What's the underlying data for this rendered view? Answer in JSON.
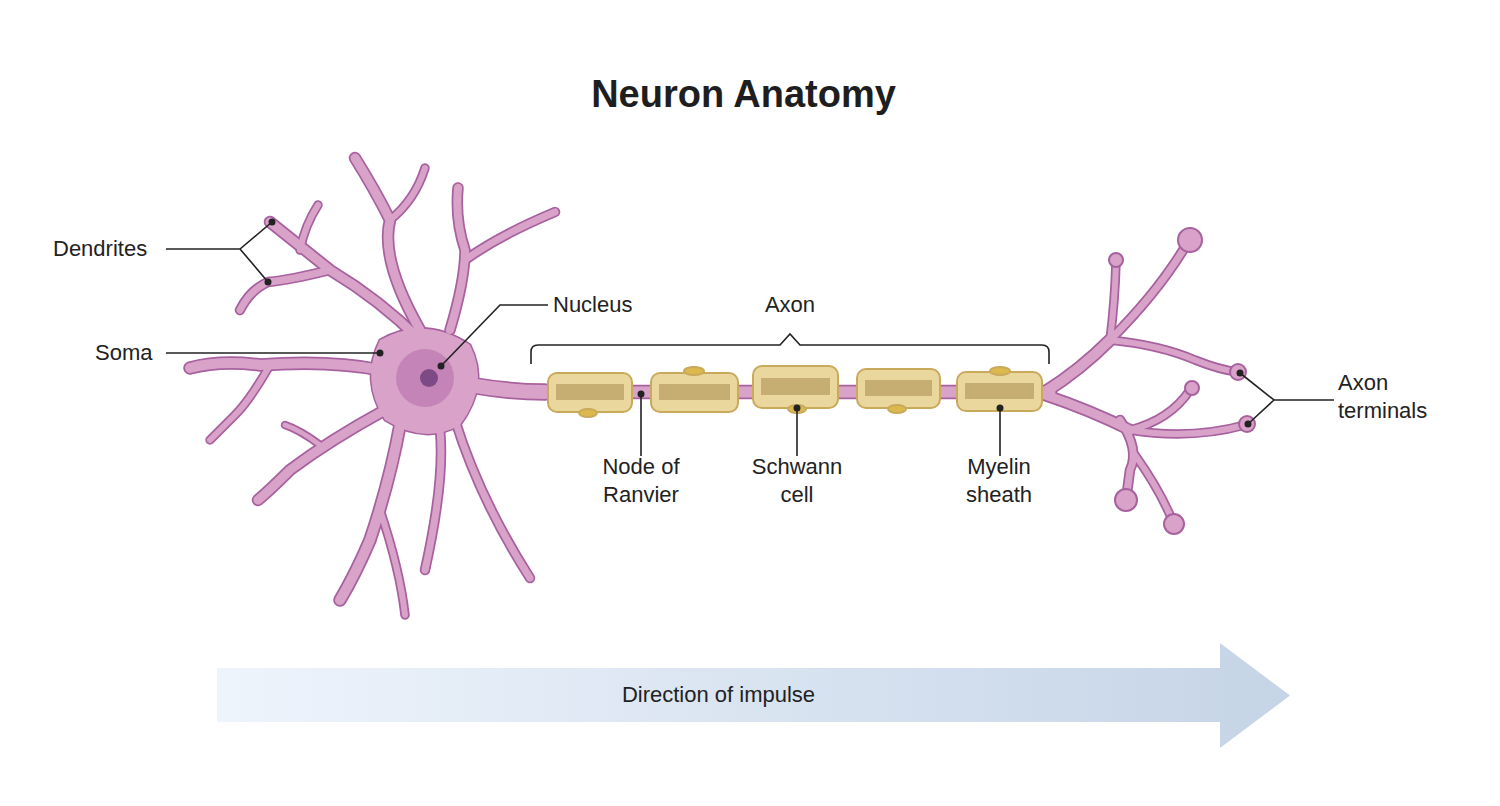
{
  "diagram": {
    "title": "Neuron Anatomy",
    "nodes": [
      {
        "text": [
          "Direction of impulse"
        ]
      }
    ],
    "labels": [
      "Dendrites",
      "Soma",
      "Nucleus",
      "Axon",
      "Node of Ranvier",
      "Schwann cell",
      "Myelin sheath",
      "Axon terminals"
    ]
  }
}
